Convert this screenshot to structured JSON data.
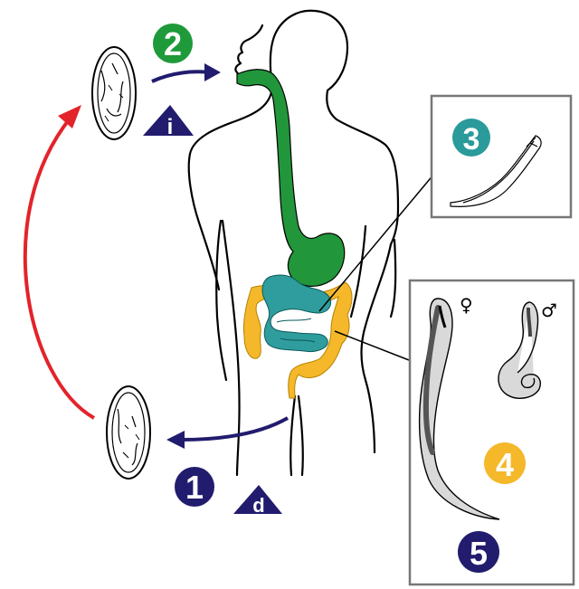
{
  "colors": {
    "stage_2": "#1f9a3a",
    "stage_3": "#2a9a9a",
    "stage_4": "#f4b82a",
    "stage_1": "#221c6e",
    "stage_5": "#221c6e",
    "infective": "#221c6e",
    "diagnostic": "#221c6e",
    "autoinfection_arrow": "#e3232a",
    "path_arrow": "#221c6e",
    "esophagus_stomach": "#22963a",
    "small_intestine": "#2f9d9d",
    "large_intestine": "#f4b82a"
  },
  "stages": {
    "s1": "1",
    "s2": "2",
    "s3": "3",
    "s4": "4",
    "s5": "5"
  },
  "markers": {
    "infective": "i",
    "diagnostic": "d"
  },
  "adults": {
    "female_symbol": "♀",
    "male_symbol": "♂"
  },
  "icons": [
    "egg-icon",
    "larva-icon",
    "female-worm-icon",
    "male-worm-icon",
    "human-silhouette-icon"
  ]
}
